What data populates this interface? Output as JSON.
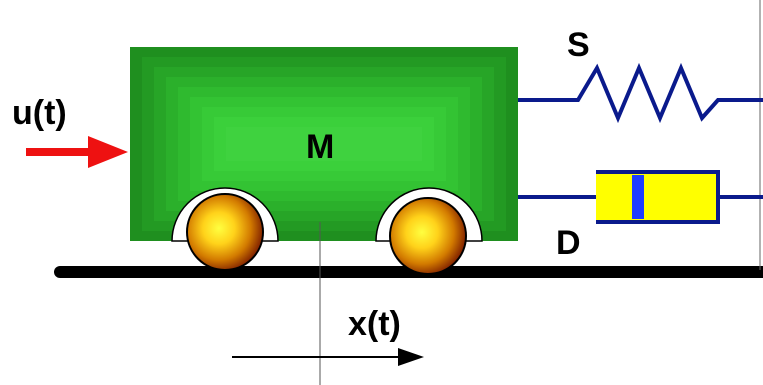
{
  "labels": {
    "input_force": "u(t)",
    "mass": "M",
    "spring": "S",
    "damper": "D",
    "displacement": "x(t)"
  },
  "colors": {
    "mass_body_outer": "#1f8f1f",
    "mass_body_inner": "#3fd23f",
    "wheel_center": "#ffff40",
    "wheel_edge": "#7a1a00",
    "force_arrow": "#ee1111",
    "connector_lines": "#0a1a8c",
    "damper_body": "#ffff00",
    "damper_piston": "#1e3cff",
    "ground": "#000000"
  },
  "icons": {
    "input_arrow": "right-arrow-icon",
    "displacement_arrow": "right-arrow-icon"
  }
}
